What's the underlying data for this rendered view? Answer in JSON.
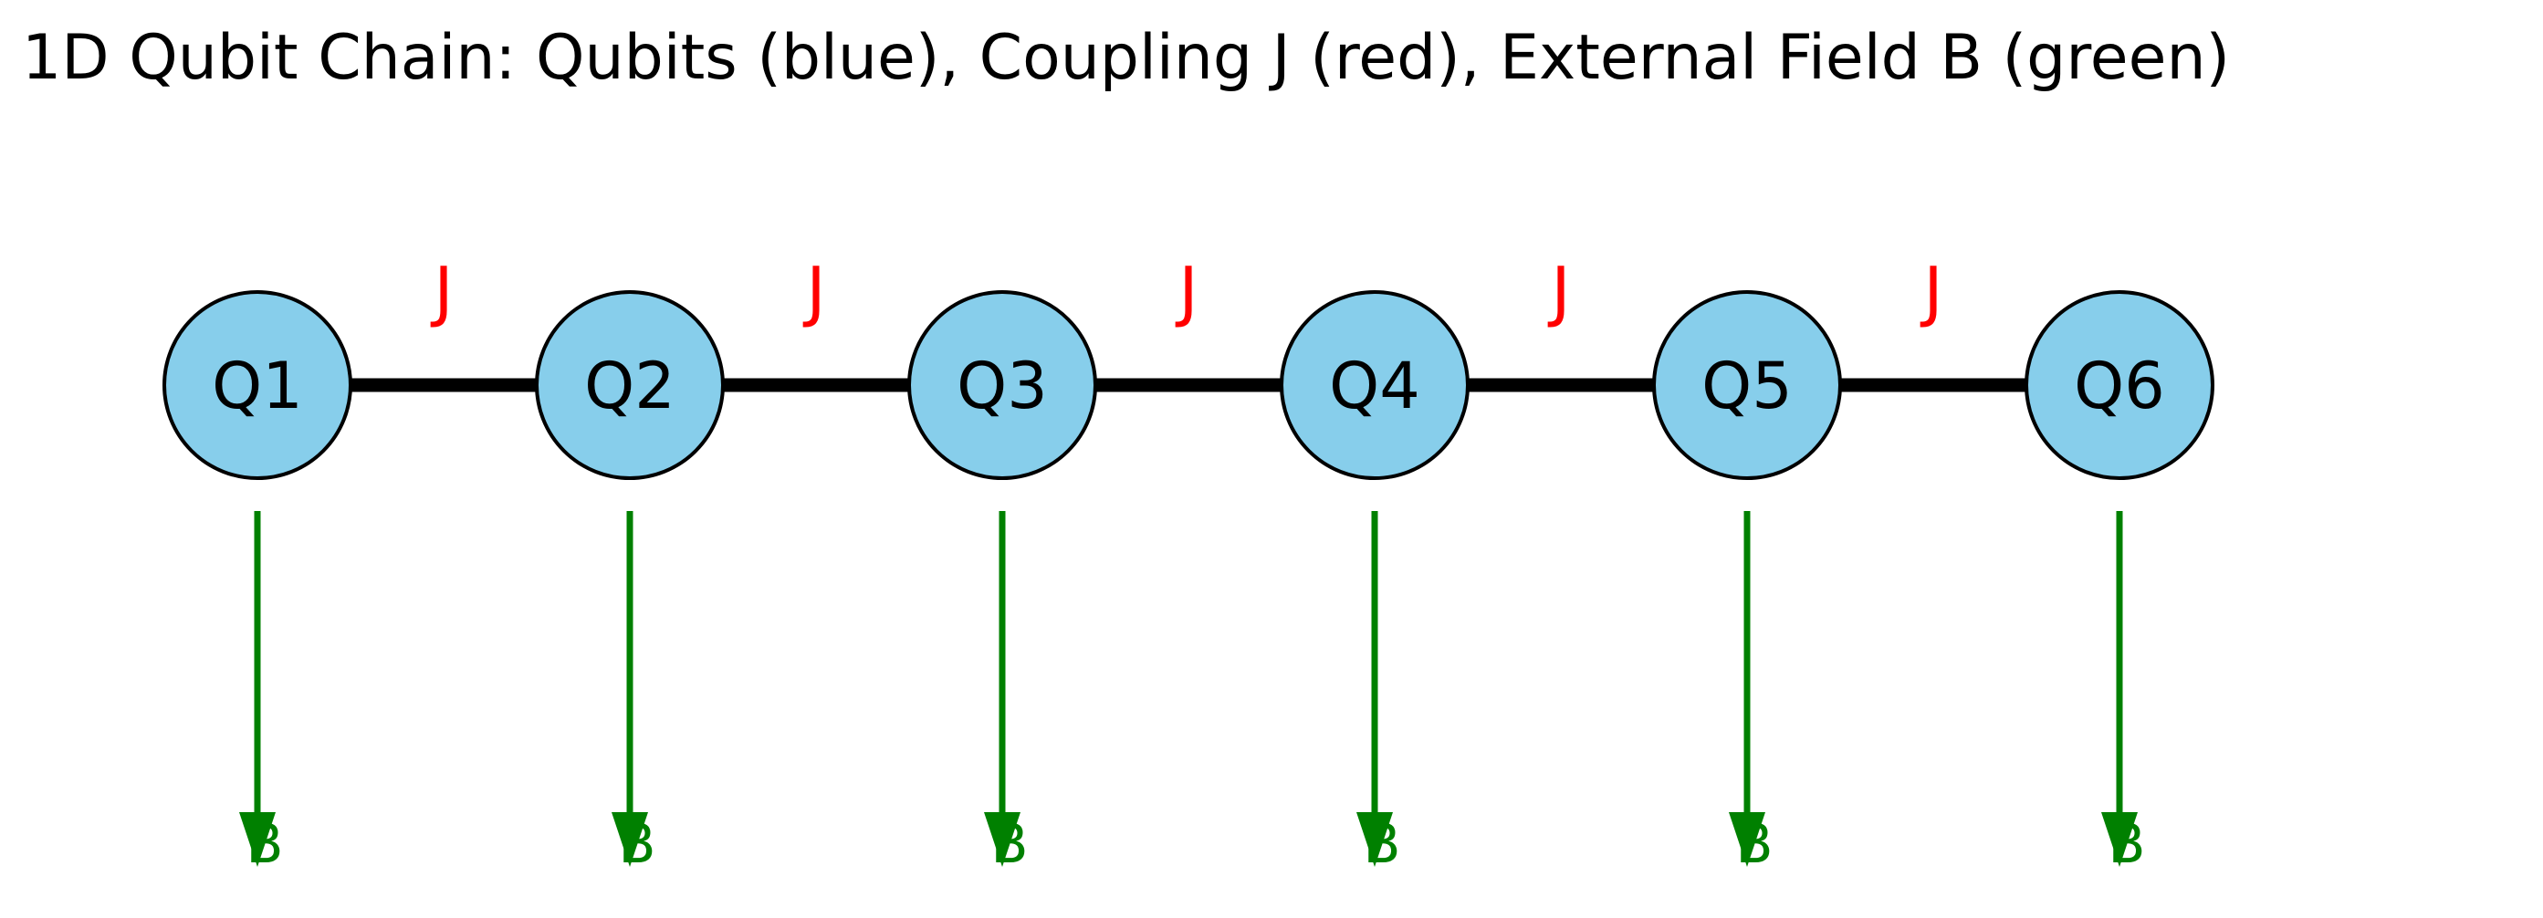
{
  "title": "1D Qubit Chain: Qubits (blue), Coupling J (red), External Field B (green)",
  "colors": {
    "qubit_fill": "#87ceeb",
    "qubit_stroke": "#000000",
    "bond": "#000000",
    "coupling_label": "#ff0000",
    "field_arrow": "#008000",
    "title": "#000000"
  },
  "qubits": [
    {
      "label": "Q1"
    },
    {
      "label": "Q2"
    },
    {
      "label": "Q3"
    },
    {
      "label": "Q4"
    },
    {
      "label": "Q5"
    },
    {
      "label": "Q6"
    }
  ],
  "couplings": [
    {
      "label": "J",
      "from": "Q1",
      "to": "Q2"
    },
    {
      "label": "J",
      "from": "Q2",
      "to": "Q3"
    },
    {
      "label": "J",
      "from": "Q3",
      "to": "Q4"
    },
    {
      "label": "J",
      "from": "Q4",
      "to": "Q5"
    },
    {
      "label": "J",
      "from": "Q5",
      "to": "Q6"
    }
  ],
  "fields": [
    {
      "label": "B",
      "qubit": "Q1",
      "direction": "down"
    },
    {
      "label": "B",
      "qubit": "Q2",
      "direction": "down"
    },
    {
      "label": "B",
      "qubit": "Q3",
      "direction": "down"
    },
    {
      "label": "B",
      "qubit": "Q4",
      "direction": "down"
    },
    {
      "label": "B",
      "qubit": "Q5",
      "direction": "down"
    },
    {
      "label": "B",
      "qubit": "Q6",
      "direction": "down"
    }
  ]
}
